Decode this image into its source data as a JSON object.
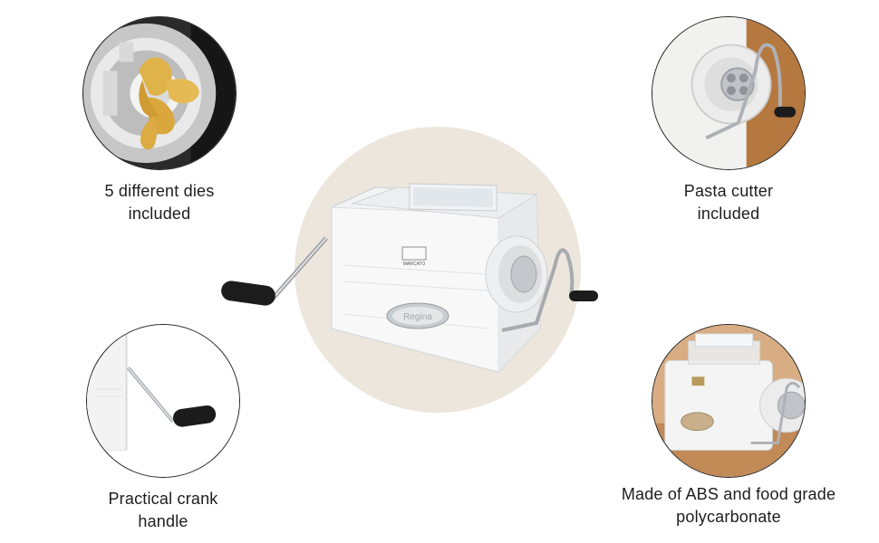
{
  "features": [
    {
      "id": "dies",
      "caption_lines": [
        "5 different dies",
        "included"
      ],
      "icon": "extruded-pasta-die-photo"
    },
    {
      "id": "cutter",
      "caption_lines": [
        "Pasta cutter",
        "included"
      ],
      "icon": "pasta-cutter-photo"
    },
    {
      "id": "crank",
      "caption_lines": [
        "Practical crank",
        "handle"
      ],
      "icon": "crank-handle-photo"
    },
    {
      "id": "material",
      "caption_lines": [
        "Made of ABS and food grade",
        "polycarbonate"
      ],
      "icon": "machine-body-photo"
    }
  ],
  "product": {
    "brand_label": "Regina",
    "logo_text": "MARCATO",
    "image": "pasta-extruder-machine"
  },
  "colors": {
    "hero_backdrop": "#ece6dc",
    "machine_body": "#f4f5f6",
    "handle_knob": "#1c1c1c",
    "chrome": "#b9bcc0",
    "text": "#1d1d1d"
  }
}
